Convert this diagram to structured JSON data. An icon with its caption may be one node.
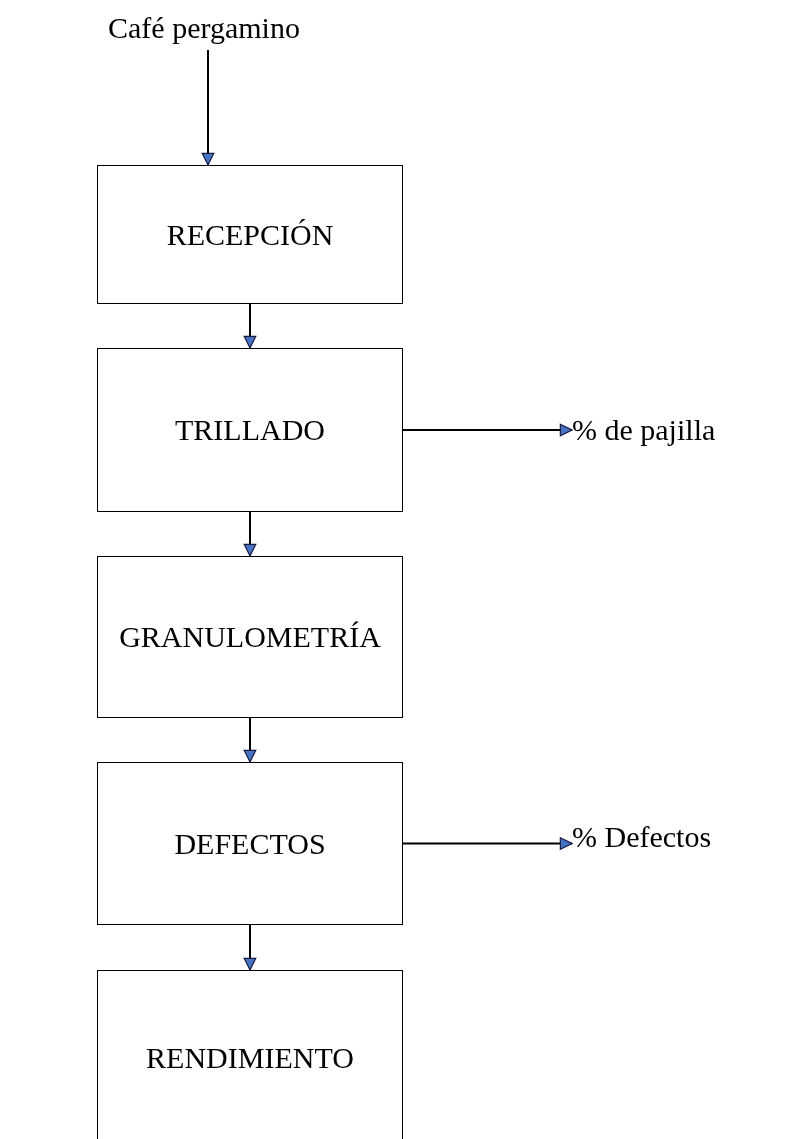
{
  "diagram": {
    "nodes": [
      {
        "text": [
          "Café pergamino"
        ]
      },
      {
        "text": [
          "RECEPCIÓN"
        ]
      },
      {
        "text": [
          "TRILLADO"
        ]
      },
      {
        "text": [
          "GRANULOMETRÍA"
        ]
      },
      {
        "text": [
          "DEFECTOS"
        ]
      },
      {
        "text": [
          "RENDIMIENTO"
        ]
      },
      {
        "text": [
          "% de pajilla"
        ]
      },
      {
        "text": [
          "% Defectos"
        ]
      }
    ],
    "edges": [
      {
        "from": 0,
        "to": 1,
        "arrow": "to"
      },
      {
        "from": 1,
        "to": 2,
        "arrow": "to"
      },
      {
        "from": 2,
        "to": 3,
        "arrow": "to"
      },
      {
        "from": 3,
        "to": 4,
        "arrow": "to"
      },
      {
        "from": 4,
        "to": 5,
        "arrow": "to"
      },
      {
        "from": 2,
        "to": 6,
        "arrow": "to"
      },
      {
        "from": 4,
        "to": 7,
        "arrow": "to"
      }
    ]
  }
}
